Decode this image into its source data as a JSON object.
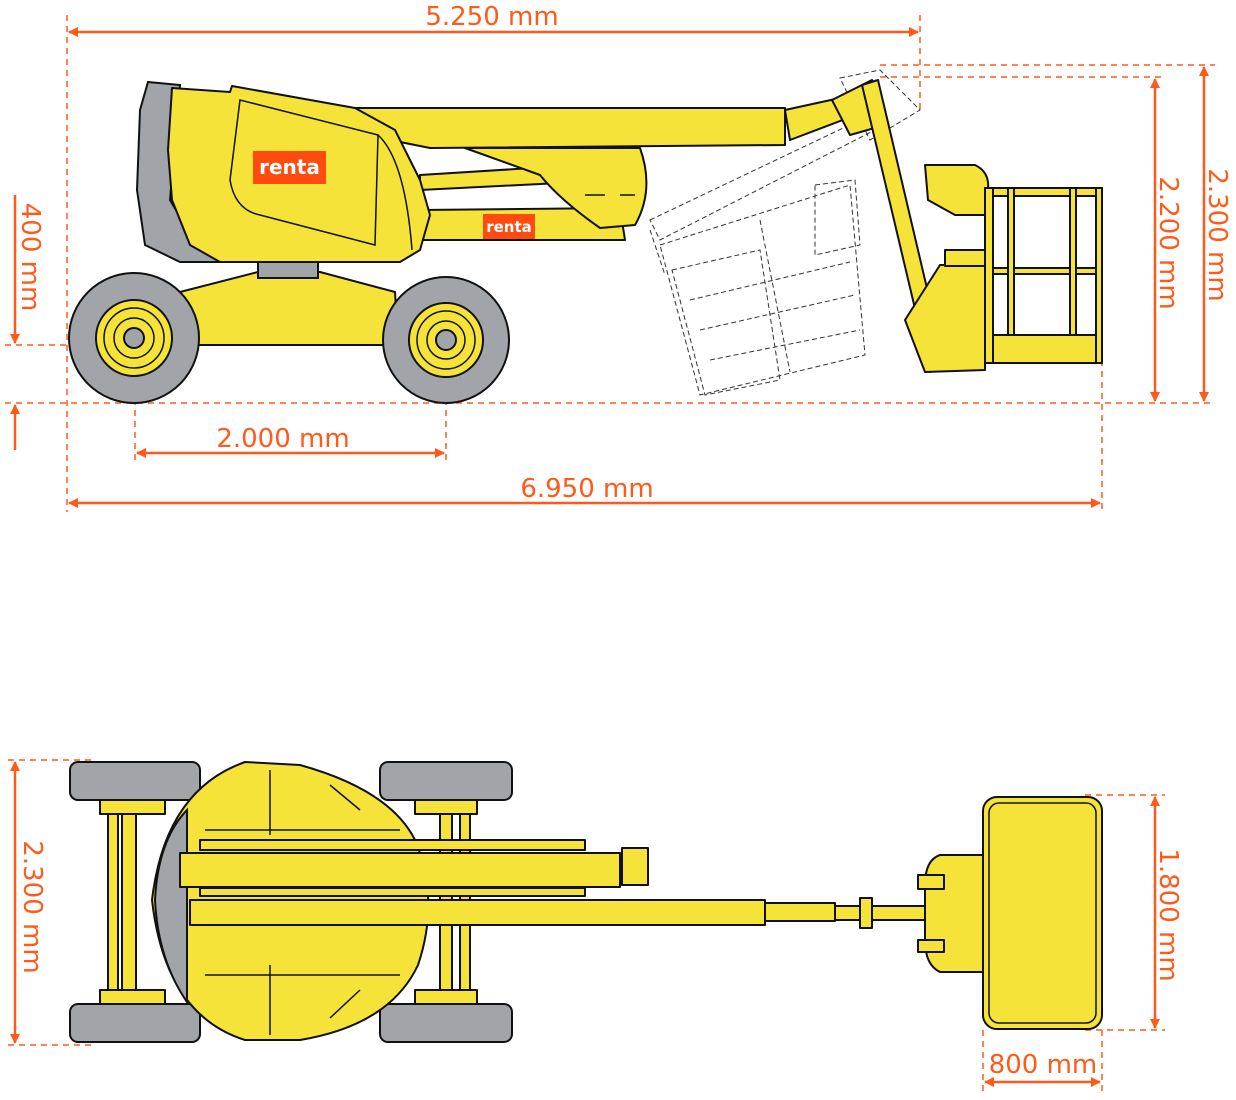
{
  "side_view": {
    "dimensions": {
      "stowed_length": "5.250 mm",
      "wheelbase": "2.000 mm",
      "overall_length": "6.950 mm",
      "ground_clearance": "400 mm",
      "stowed_height_inner": "2.200 mm",
      "stowed_height_outer": "2.300 mm"
    },
    "logos": [
      "renta",
      "renta"
    ]
  },
  "top_view": {
    "dimensions": {
      "overall_width": "2.300 mm",
      "platform_length": "1.800 mm",
      "platform_width": "800 mm"
    }
  },
  "colors": {
    "dimension": "#ff5a1a",
    "machine": "#f5e33a",
    "tire": "#a1a4a8",
    "logo_bg": "#ff4a10"
  }
}
